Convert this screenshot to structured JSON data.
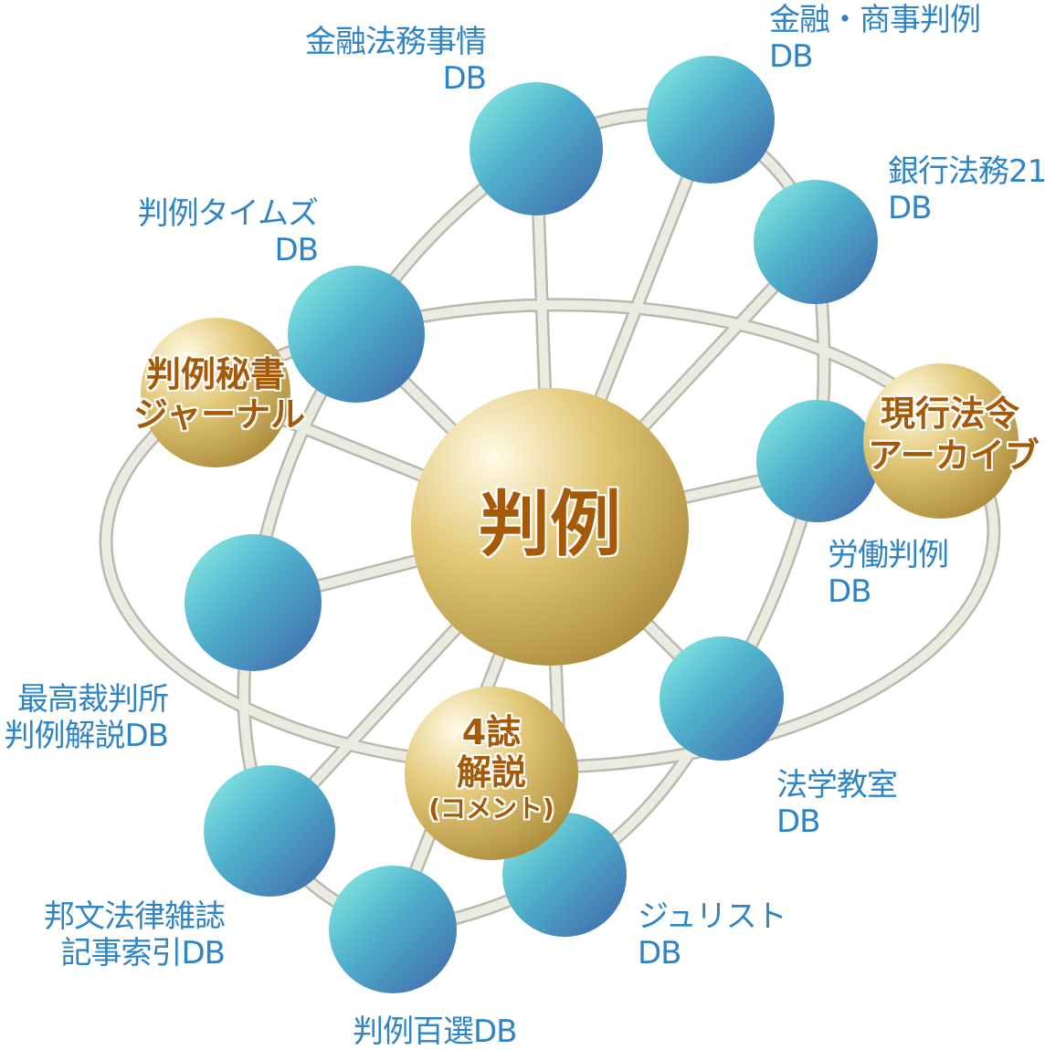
{
  "hub": {
    "label": "判例"
  },
  "gold_nodes": [
    {
      "label_lines": [
        "判例秘書",
        "ジャーナル"
      ]
    },
    {
      "label_lines": [
        "現行法令",
        "アーカイブ"
      ]
    },
    {
      "label_lines": [
        "4誌",
        "解説",
        "(コメント)"
      ]
    }
  ],
  "blue_nodes": [
    {
      "label_lines": [
        "金融法務事情",
        "DB"
      ]
    },
    {
      "label_lines": [
        "金融・商事判例",
        "DB"
      ]
    },
    {
      "label_lines": [
        "銀行法務21",
        "DB"
      ]
    },
    {
      "label_lines": [
        "判例タイムズ",
        "DB"
      ]
    },
    {
      "label_lines": [
        "労働判例",
        "DB"
      ]
    },
    {
      "label_lines": [
        "最高裁判所",
        "判例解説DB"
      ]
    },
    {
      "label_lines": [
        "法学教室",
        "DB"
      ]
    },
    {
      "label_lines": [
        "邦文法律雑誌",
        "記事索引DB"
      ]
    },
    {
      "label_lines": [
        "判例百選DB"
      ]
    },
    {
      "label_lines": [
        "ジュリスト",
        "DB"
      ]
    }
  ],
  "colors": {
    "label_blue": "#2f84c6",
    "gold_text": "#a65a08"
  }
}
